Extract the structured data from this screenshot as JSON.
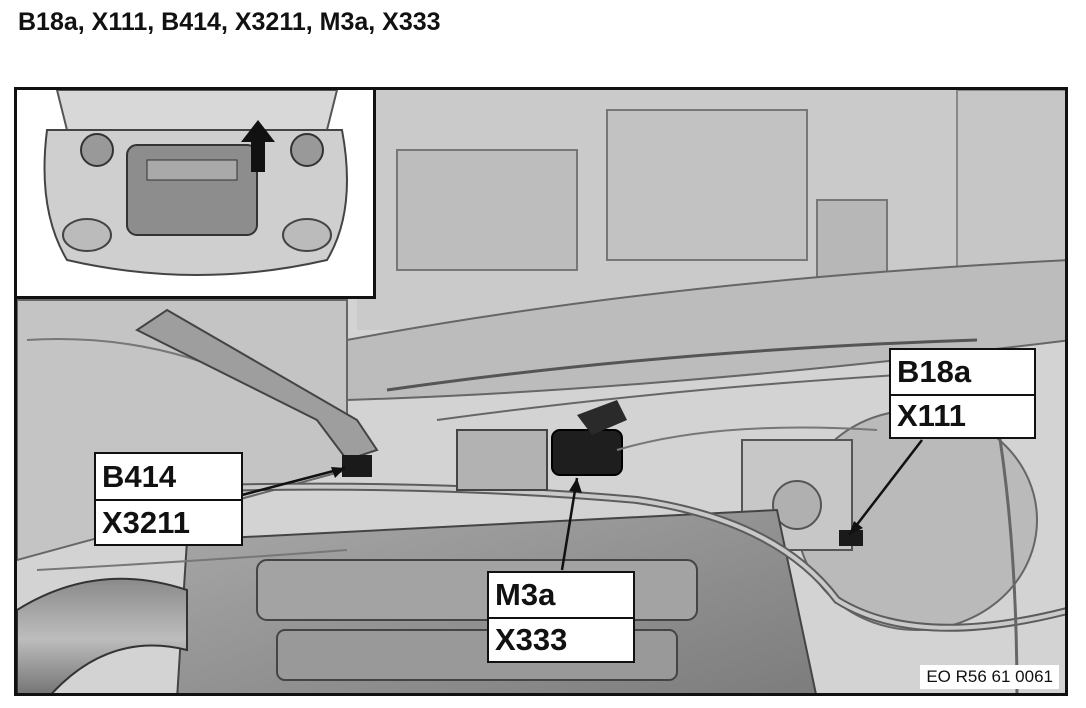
{
  "title": "B18a, X111, B414, X3211, M3a, X333",
  "callouts": {
    "b18a_x111": {
      "top": "B18a",
      "bottom": "X111"
    },
    "b414_x3211": {
      "top": "B414",
      "bottom": "X3211"
    },
    "m3a_x333": {
      "top": "M3a",
      "bottom": "X333"
    }
  },
  "reference_code": "EO R56 61 0061",
  "colors": {
    "background": "#ffffff",
    "line": "#111111",
    "engine_gray": "#cfcfcf"
  },
  "icons": {
    "inset_arrow": "up-arrow-icon"
  }
}
